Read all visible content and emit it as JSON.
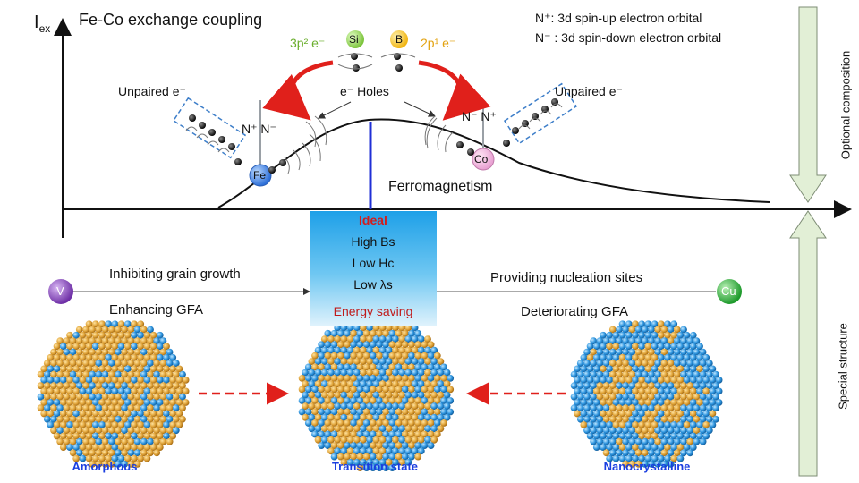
{
  "top": {
    "axis_label": "I",
    "axis_label_sub": "ex",
    "title": "Fe-Co exchange coupling",
    "legend_line1": "N⁺: 3d spin-up electron orbital",
    "legend_line2": "N⁻ : 3d spin-down electron orbital",
    "si_label": "Si",
    "b_label": "B",
    "si_electrons": "3p² e⁻",
    "b_electrons": "2p¹ e⁻",
    "holes_label": "e⁻ Holes",
    "unpaired_left": "Unpaired e⁻",
    "unpaired_right": "Unpaired e⁻",
    "fe_label": "Fe",
    "co_label": "Co",
    "n_left": "N⁺ N⁻",
    "n_right": "N⁻ N⁺",
    "ferro_label": "Ferromagnetism"
  },
  "ideal": {
    "title": "Ideal",
    "line1": "High Bs",
    "line2": "Low Hc",
    "line3": "Low λs",
    "footer": "Energy saving"
  },
  "middle": {
    "v_label": "V",
    "cu_label": "Cu",
    "left_top": "Inhibiting grain growth",
    "left_bottom": "Enhancing GFA",
    "right_top": "Providing nucleation sites",
    "right_bottom": "Deteriorating GFA"
  },
  "bottom": {
    "amorphous": "Amorphous",
    "transition": "Transition state",
    "nanocrystalline": "Nanocrystalline"
  },
  "side": {
    "top_label": "Optional composition",
    "bottom_label": "Special structure"
  },
  "colors": {
    "blue_line": "#1f2fd6",
    "red_arrow": "#e0201b",
    "caption_blue": "#1a3ee0",
    "side_arrow_fill": "#e2efd6",
    "gold_atom": "#e0a43a",
    "blue_atom": "#2e95df"
  }
}
